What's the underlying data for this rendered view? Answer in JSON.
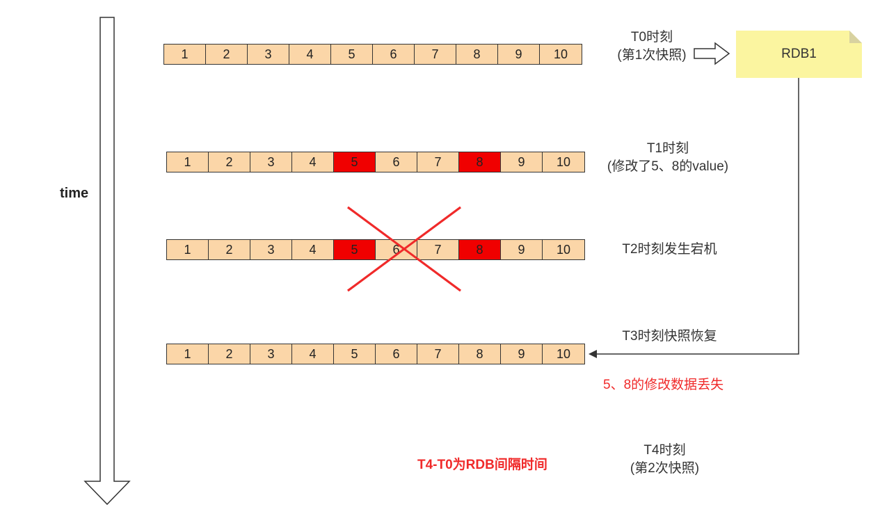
{
  "axis": {
    "label": "time"
  },
  "rows": [
    {
      "cells": [
        "1",
        "2",
        "3",
        "4",
        "5",
        "6",
        "7",
        "8",
        "9",
        "10"
      ],
      "modified": []
    },
    {
      "cells": [
        "1",
        "2",
        "3",
        "4",
        "5",
        "6",
        "7",
        "8",
        "9",
        "10"
      ],
      "modified": [
        4,
        7
      ]
    },
    {
      "cells": [
        "1",
        "2",
        "3",
        "4",
        "5",
        "6",
        "7",
        "8",
        "9",
        "10"
      ],
      "modified": [
        4,
        7
      ]
    },
    {
      "cells": [
        "1",
        "2",
        "3",
        "4",
        "5",
        "6",
        "7",
        "8",
        "9",
        "10"
      ],
      "modified": []
    }
  ],
  "labels": {
    "t0_line1": "T0时刻",
    "t0_line2": "(第1次快照)",
    "t1_line1": "T1时刻",
    "t1_line2": "(修改了5、8的value)",
    "t2": "T2时刻发生宕机",
    "t3": "T3时刻快照恢复",
    "loss_note": "5、8的修改数据丢失",
    "interval_note": "T4-T0为RDB间隔时间",
    "t4_line1": "T4时刻",
    "t4_line2": "(第2次快照)"
  },
  "snapshot": {
    "label": "RDB1"
  },
  "colors": {
    "cell_fill": "#fbd6a8",
    "modified_fill": "#f00000",
    "note_fill": "#fbf5a0",
    "cross": "#f02a2a",
    "warning_text": "#f02a2a"
  }
}
